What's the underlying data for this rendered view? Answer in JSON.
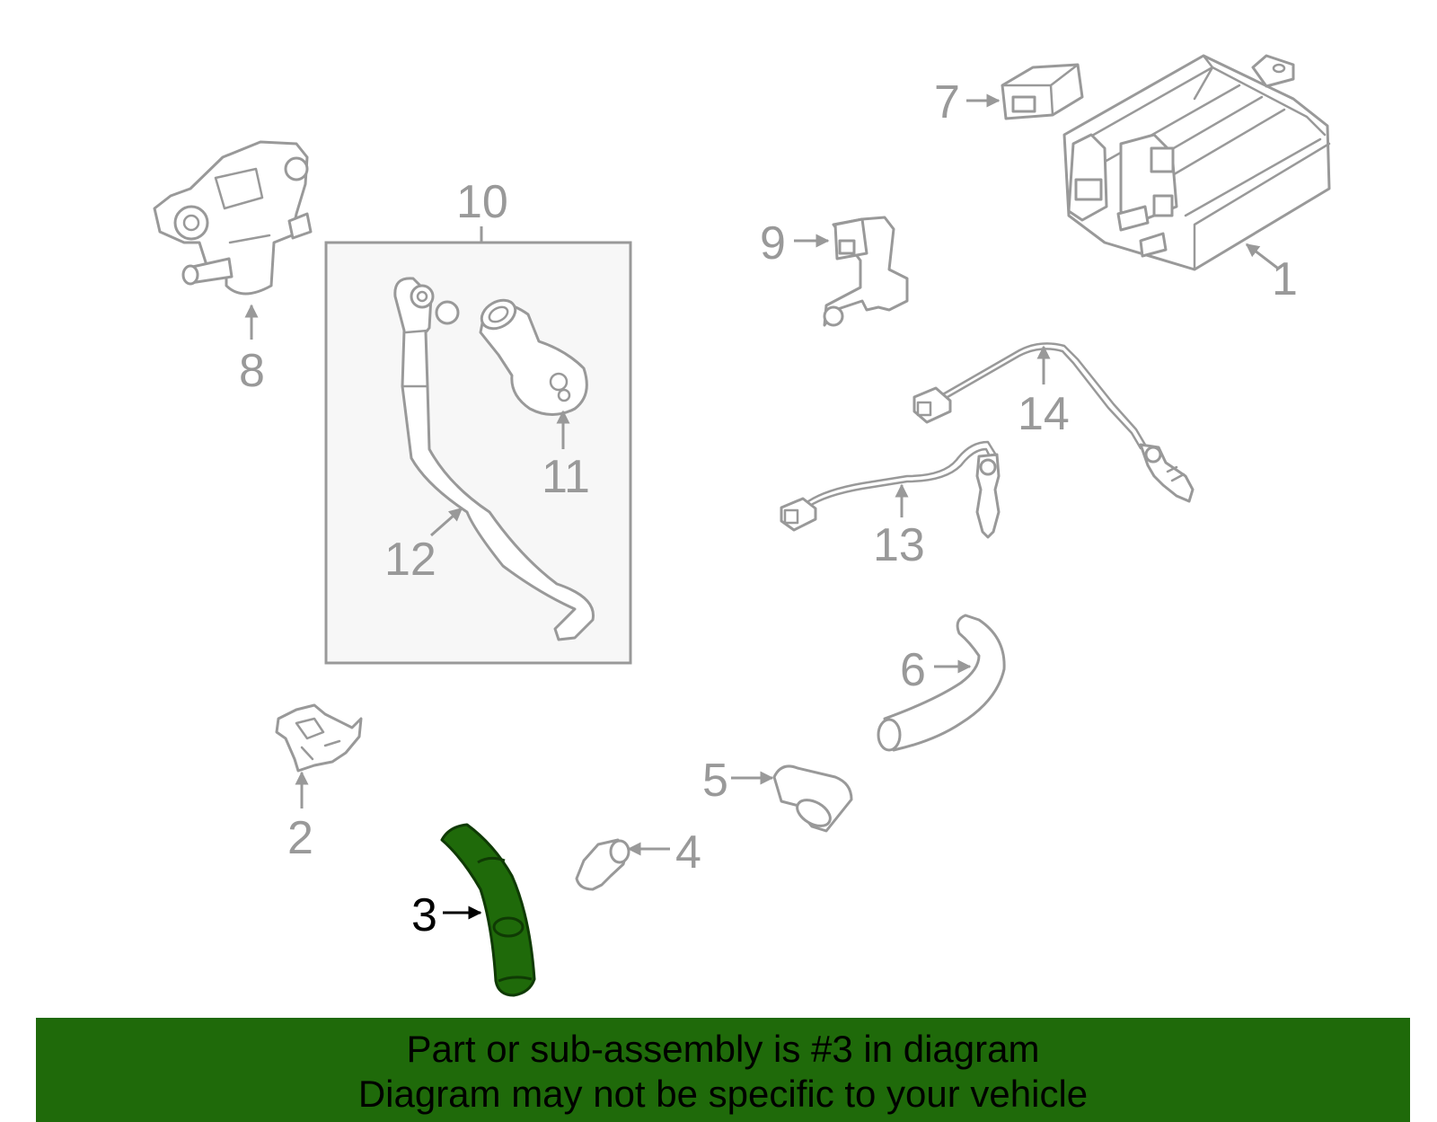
{
  "diagram": {
    "highlighted_part": "3",
    "callouts": {
      "c1": "1",
      "c2": "2",
      "c3": "3",
      "c4": "4",
      "c5": "5",
      "c6": "6",
      "c7": "7",
      "c8": "8",
      "c9": "9",
      "c10": "10",
      "c11": "11",
      "c12": "12",
      "c13": "13",
      "c14": "14"
    }
  },
  "banner": {
    "line1": "Part or sub-assembly is #3 in diagram",
    "line2": "Diagram may not be specific to your vehicle",
    "background_color": "#1f6a0a"
  },
  "colors": {
    "linework": "#999999",
    "highlight": "#1f6a0a",
    "group_box_fill": "#f7f7f7"
  }
}
